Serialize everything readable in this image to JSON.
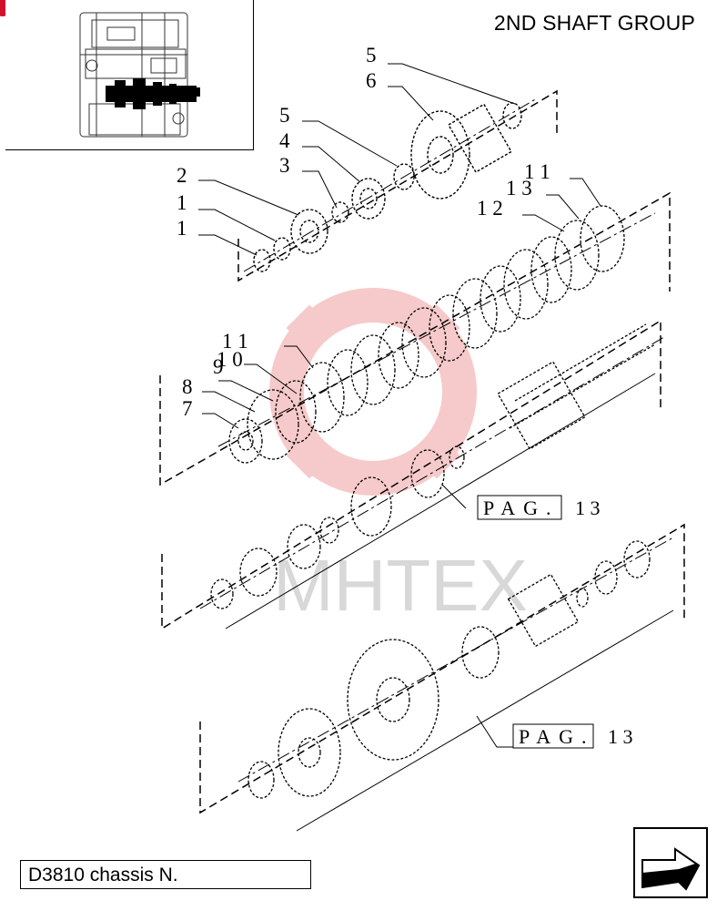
{
  "header": {
    "title": "2ND SHAFT GROUP"
  },
  "callouts": {
    "a5": "5",
    "a6": "6",
    "b5": "5",
    "b4": "4",
    "b3": "3",
    "c2": "2",
    "c1a": "1",
    "c1b": "1",
    "d11": "1 1",
    "d13": "1 3",
    "d12": "1 2",
    "e11": "1 1",
    "e10": "1 0",
    "e9": "9",
    "e8": "8",
    "e7": "7"
  },
  "page_refs": {
    "ref1_label": "PAG.",
    "ref1_num": "1 3",
    "ref2_label": "PAG.",
    "ref2_num": "1 3"
  },
  "watermark": {
    "text": "MHTEX"
  },
  "footer": {
    "chassis": "D3810 chassis N."
  },
  "colors": {
    "watermark_red": "#f3b9b9",
    "watermark_grey": "#d8d8d8",
    "ink": "#000000"
  },
  "icons": {
    "next": "next-page-arrow-icon"
  }
}
